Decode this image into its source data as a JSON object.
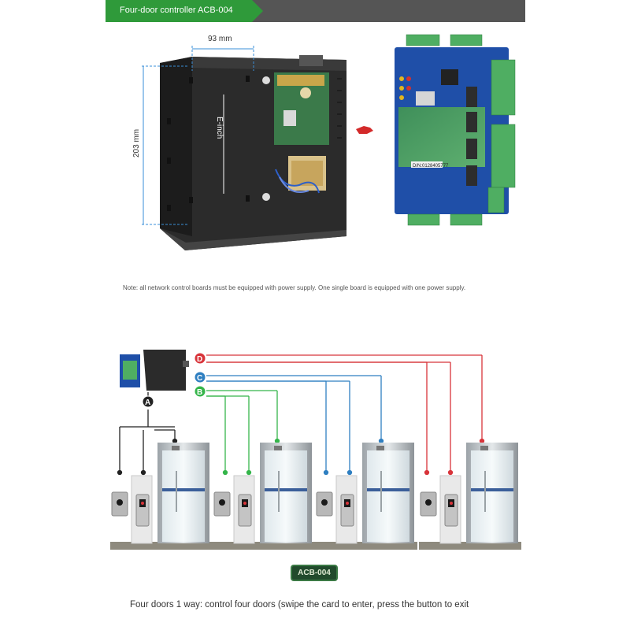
{
  "banner": {
    "title": "Four-door controller ACB-004"
  },
  "enclosure": {
    "width_label": "93 mm",
    "height_label": "203 mm",
    "inner_label": "E-inch"
  },
  "board": {
    "serial_label": "D/N:0128405777"
  },
  "note": "Note: all network control boards must be equipped with power supply. One single board is equipped with one power supply.",
  "wiring": {
    "labels": {
      "a": "A",
      "b": "B",
      "c": "C",
      "d": "D"
    },
    "colors": {
      "a": "#222222",
      "b": "#35b54a",
      "c": "#2f7fc1",
      "d": "#d8343a"
    },
    "doors": 4
  },
  "model_label": "ACB-004",
  "description": "Four doors 1 way: control four doors (swipe the card to enter, press the button to exit"
}
